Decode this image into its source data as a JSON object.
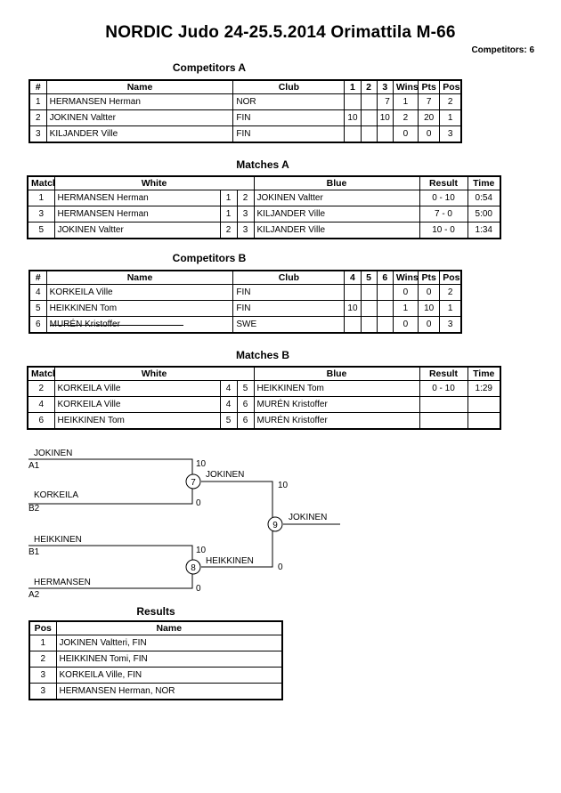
{
  "header": {
    "title": "NORDIC Judo  24-25.5.2014  Orimattila   M-66",
    "competitors_count": "Competitors: 6"
  },
  "competitors_a": {
    "title": "Competitors A",
    "headers": [
      "#",
      "Name",
      "Club",
      "1",
      "2",
      "3",
      "Wins",
      "Pts",
      "Pos"
    ],
    "rows": [
      [
        "1",
        "HERMANSEN Herman",
        "NOR",
        "",
        "",
        "7",
        "1",
        "7",
        "2"
      ],
      [
        "2",
        "JOKINEN Valtter",
        "FIN",
        "10",
        "",
        "10",
        "2",
        "20",
        "1"
      ],
      [
        "3",
        "KILJANDER Ville",
        "FIN",
        "",
        "",
        "",
        "0",
        "0",
        "3"
      ]
    ]
  },
  "matches_a": {
    "title": "Matches A",
    "headers": [
      "Match",
      "White",
      "",
      "Blue",
      "Result",
      "Time"
    ],
    "rows": [
      [
        "1",
        "HERMANSEN Herman",
        "1",
        "2",
        "JOKINEN Valtter",
        "0 - 10",
        "0:54"
      ],
      [
        "3",
        "HERMANSEN Herman",
        "1",
        "3",
        "KILJANDER Ville",
        "7 - 0",
        "5:00"
      ],
      [
        "5",
        "JOKINEN Valtter",
        "2",
        "3",
        "KILJANDER Ville",
        "10 - 0",
        "1:34"
      ]
    ]
  },
  "competitors_b": {
    "title": "Competitors B",
    "headers": [
      "#",
      "Name",
      "Club",
      "4",
      "5",
      "6",
      "Wins",
      "Pts",
      "Pos"
    ],
    "rows": [
      [
        "4",
        "KORKEILA Ville",
        "FIN",
        "",
        "",
        "",
        "0",
        "0",
        "2"
      ],
      [
        "5",
        "HEIKKINEN Tom",
        "FIN",
        "10",
        "",
        "",
        "1",
        "10",
        "1"
      ],
      [
        "6",
        "MURÉN Kristoffer",
        "SWE",
        "",
        "",
        "",
        "0",
        "0",
        "3"
      ]
    ]
  },
  "matches_b": {
    "title": "Matches B",
    "headers": [
      "Match",
      "White",
      "",
      "Blue",
      "Result",
      "Time"
    ],
    "rows": [
      [
        "2",
        "KORKEILA Ville",
        "4",
        "5",
        "HEIKKINEN Tom",
        "0 - 10",
        "1:29"
      ],
      [
        "4",
        "KORKEILA Ville",
        "4",
        "6",
        "MURÉN Kristoffer",
        "",
        ""
      ],
      [
        "6",
        "HEIKKINEN Tom",
        "5",
        "6",
        "MURÉN Kristoffer",
        "",
        ""
      ]
    ]
  },
  "bracket": {
    "semi1": {
      "top_name": "JOKINEN",
      "top_seed": "A1",
      "top_score": "10",
      "bottom_name": "KORKEILA",
      "bottom_seed": "B2",
      "bottom_score": "0",
      "match_no": "7",
      "winner": "JOKINEN",
      "winner_score": "10"
    },
    "semi2": {
      "top_name": "HEIKKINEN",
      "top_seed": "B1",
      "top_score": "10",
      "bottom_name": "HERMANSEN",
      "bottom_seed": "A2",
      "bottom_score": "0",
      "match_no": "8",
      "winner": "HEIKKINEN",
      "winner_score": "0"
    },
    "final": {
      "match_no": "9",
      "winner": "JOKINEN"
    }
  },
  "results": {
    "title": "Results",
    "headers": [
      "Pos",
      "Name"
    ],
    "rows": [
      [
        "1",
        "JOKINEN Valtteri, FIN"
      ],
      [
        "2",
        "HEIKKINEN Tomi, FIN"
      ],
      [
        "3",
        "KORKEILA Ville, FIN"
      ],
      [
        "3",
        "HERMANSEN Herman, NOR"
      ]
    ]
  }
}
